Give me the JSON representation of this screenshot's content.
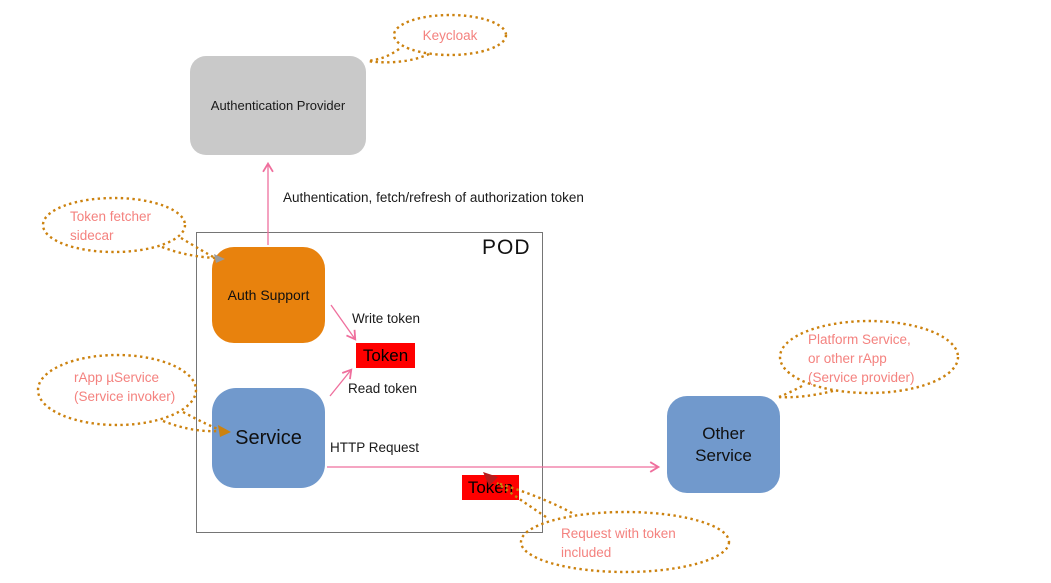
{
  "diagram": {
    "nodes": {
      "auth_provider": "Authentication Provider",
      "pod": "POD",
      "auth_support": "Auth Support",
      "service": "Service",
      "other_service": "Other\nService",
      "token_internal": "Token",
      "token_request": "Token"
    },
    "edge_labels": {
      "auth_flow": "Authentication, fetch/refresh of authorization token",
      "write_token": "Write token",
      "read_token": "Read token",
      "http_request": "HTTP Request"
    },
    "annotations": {
      "keycloak": "Keycloak",
      "token_fetcher": "Token fetcher\nsidecar",
      "rapp": "rApp µService\n(Service invoker)",
      "platform": "Platform Service,\nor other rApp\n(Service provider)",
      "request": "Request with token\nincluded"
    },
    "colors": {
      "provider_fill": "#C9C9C9",
      "auth_support_fill": "#E8820D",
      "service_fill": "#7199CC",
      "token_fill": "#FF0000",
      "arrow_pink": "#EF6F9D",
      "annotation_text_pink": "#F4827F",
      "annotation_border_orange": "#CC820F",
      "pod_border_gray": "#757575"
    }
  }
}
